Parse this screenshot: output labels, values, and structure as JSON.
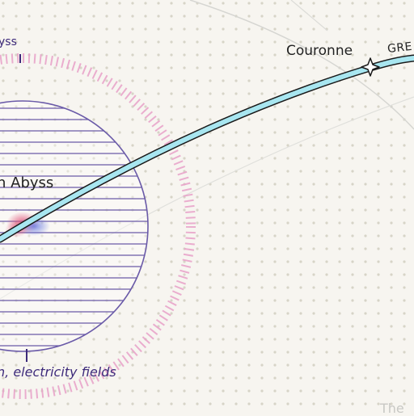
{
  "map": {
    "labels": {
      "abyss_ring_partial": "yss",
      "abyss_name_partial": "n Abyss",
      "fields_partial": "n, electricity fields",
      "couronne": "Couronne",
      "route_partial": "GRE",
      "corner_partial": "The"
    },
    "colors": {
      "background": "#f7f5f0",
      "dots": "#d7d4c7",
      "route_fill": "#a8e6f0",
      "route_stroke": "#1a1a1a",
      "abyss_outline": "#6a5aa8",
      "halo": "#e8a0c8",
      "label_purple": "#3d2a7a",
      "label_dark": "#222222"
    },
    "icons": [
      "star-marker-icon",
      "leader-line-icon"
    ]
  }
}
